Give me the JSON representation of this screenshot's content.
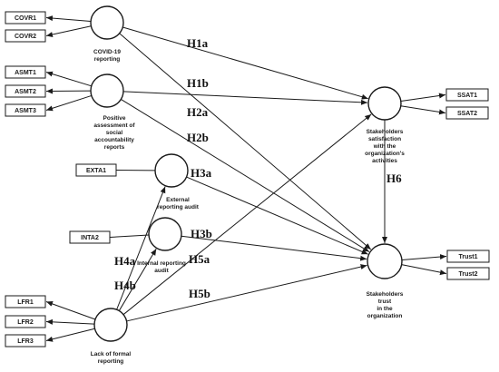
{
  "constructs": [
    {
      "id": "covid",
      "label_lines": [
        "COVID-19",
        "reporting"
      ]
    },
    {
      "id": "posassess",
      "label_lines": [
        "Positive",
        "assessment of",
        "social",
        "accountability",
        "reports"
      ]
    },
    {
      "id": "extaudit",
      "label_lines": [
        "External",
        "reporting audit"
      ]
    },
    {
      "id": "intaudit",
      "label_lines": [
        "Internal reporting",
        "audit"
      ]
    },
    {
      "id": "lfr",
      "label_lines": [
        "Lack of formal",
        "reporting"
      ]
    },
    {
      "id": "satisf",
      "label_lines": [
        "Stakeholders",
        "satisfaction",
        "with the",
        "organization's",
        "activities"
      ]
    },
    {
      "id": "trust",
      "label_lines": [
        "Stakeholders",
        "trust",
        "in the",
        "organization"
      ]
    }
  ],
  "indicators": [
    {
      "id": "COVR1",
      "label": "COVR1",
      "construct": "covid"
    },
    {
      "id": "COVR2",
      "label": "COVR2",
      "construct": "covid"
    },
    {
      "id": "ASMT1",
      "label": "ASMT1",
      "construct": "posassess"
    },
    {
      "id": "ASMT2",
      "label": "ASMT2",
      "construct": "posassess"
    },
    {
      "id": "ASMT3",
      "label": "ASMT3",
      "construct": "posassess"
    },
    {
      "id": "EXTA1",
      "label": "EXTA1",
      "construct": "extaudit"
    },
    {
      "id": "INTA2",
      "label": "INTA2",
      "construct": "intaudit"
    },
    {
      "id": "LFR1",
      "label": "LFR1",
      "construct": "lfr"
    },
    {
      "id": "LFR2",
      "label": "LFR2",
      "construct": "lfr"
    },
    {
      "id": "LFR3",
      "label": "LFR3",
      "construct": "lfr"
    },
    {
      "id": "SSAT1",
      "label": "SSAT1",
      "construct": "satisf"
    },
    {
      "id": "SSAT2",
      "label": "SSAT2",
      "construct": "satisf"
    },
    {
      "id": "Trust1",
      "label": "Trust1",
      "construct": "trust"
    },
    {
      "id": "Trust2",
      "label": "Trust2",
      "construct": "trust"
    }
  ],
  "paths": [
    {
      "id": "H1a",
      "label": "H1a",
      "from": "covid",
      "to": "satisf"
    },
    {
      "id": "H1b",
      "label": "H1b",
      "from": "covid",
      "to": "trust"
    },
    {
      "id": "H2a",
      "label": "H2a",
      "from": "posassess",
      "to": "satisf"
    },
    {
      "id": "H2b",
      "label": "H2b",
      "from": "posassess",
      "to": "trust"
    },
    {
      "id": "H3a",
      "label": "H3a",
      "from": "extaudit",
      "to": "trust"
    },
    {
      "id": "H3b",
      "label": "H3b",
      "from": "intaudit",
      "to": "trust"
    },
    {
      "id": "H4a",
      "label": "H4a",
      "from": "lfr",
      "to": "extaudit"
    },
    {
      "id": "H4b",
      "label": "H4b",
      "from": "lfr",
      "to": "intaudit"
    },
    {
      "id": "H5a",
      "label": "H5a",
      "from": "lfr",
      "to": "satisf"
    },
    {
      "id": "H5b",
      "label": "H5b",
      "from": "lfr",
      "to": "trust"
    },
    {
      "id": "H6",
      "label": "H6",
      "from": "satisf",
      "to": "trust"
    }
  ]
}
